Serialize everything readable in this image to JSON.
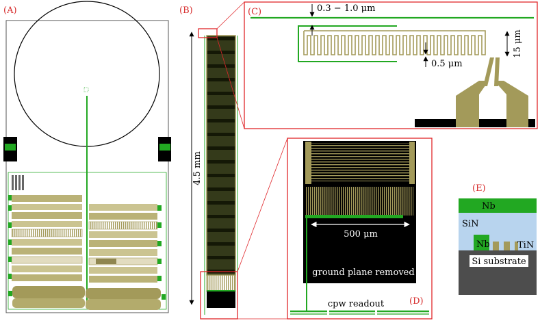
{
  "colors": {
    "label_red": "#d62a2a",
    "frame_red": "#e0262a",
    "green": "#22a822",
    "olive": "#a39a5a",
    "olive_dark": "#7d7640",
    "black": "#000000",
    "sin_blue": "#b8d4ee",
    "substrate_gray": "#4d4d4d"
  },
  "panels": {
    "a": {
      "label": "(A)"
    },
    "b": {
      "label": "(B)",
      "length": "4.5 mm"
    },
    "c": {
      "label": "(C)",
      "gap": "0.3 − 1.0 μm",
      "line_width": "0.5 μm",
      "height": "15 μm"
    },
    "d": {
      "label": "(D)",
      "width": "500 μm",
      "ground_plane": "ground plane removed",
      "readout": "cpw readout"
    },
    "e": {
      "label": "(E)",
      "nb_top": "Nb",
      "sin": "SiN",
      "nb_bottom": "Nb",
      "tin": "TiN",
      "substrate": "Si substrate"
    }
  }
}
